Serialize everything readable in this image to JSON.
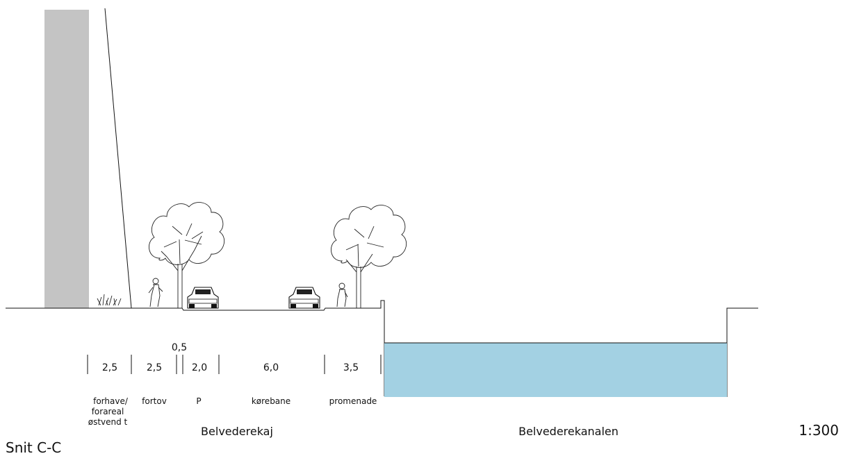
{
  "title": "Snit C-C",
  "scale": "1:300",
  "place_labels": {
    "street": "Belvederekaj",
    "canal": "Belvederekanalen"
  },
  "dimensions": [
    {
      "value": "2,5",
      "zone": [
        "forhave/",
        "forareal",
        "østvend t"
      ]
    },
    {
      "value": "2,5",
      "zone": [
        "fortov"
      ]
    },
    {
      "value": "0,5",
      "zone": []
    },
    {
      "value": "2,0",
      "zone": [
        "P"
      ]
    },
    {
      "value": "6,0",
      "zone": [
        "kørebane"
      ]
    },
    {
      "value": "3,5",
      "zone": [
        "promenade"
      ]
    }
  ],
  "colors": {
    "building": "#c4c4c4",
    "water": "#a3d1e3",
    "line": "#111111"
  }
}
